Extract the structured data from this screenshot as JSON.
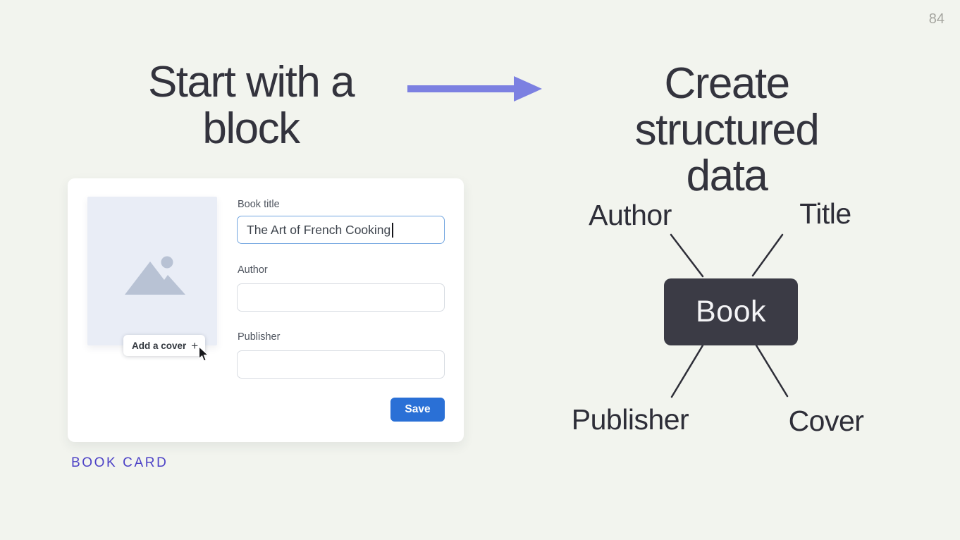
{
  "slide": {
    "page_number": "84"
  },
  "left_panel": {
    "heading": "Start with a\nblock",
    "caption": "BOOK CARD",
    "book_card": {
      "cover_button": {
        "label": "Add a cover",
        "plus_icon": "+"
      },
      "fields": [
        {
          "label": "Book title",
          "value": "The Art of French Cooking"
        },
        {
          "label": "Author",
          "value": ""
        },
        {
          "label": "Publisher",
          "value": ""
        }
      ],
      "save_button": "Save"
    }
  },
  "arrow": {
    "direction": "right",
    "color": "#7c80e1"
  },
  "right_panel": {
    "heading": "Create\nstructured data",
    "diagram": {
      "node_label": "Book",
      "attributes": [
        "Author",
        "Title",
        "Publisher",
        "Cover"
      ]
    }
  },
  "colors": {
    "background": "#f2f4ee",
    "heading_text": "#33333d",
    "arrow": "#7c80e1",
    "accent_purple": "#4c41c6",
    "save_blue": "#2a70d6",
    "focused_input_border": "#73a6e0",
    "input_border": "#d8dce2",
    "node_dark": "#3b3b45",
    "cover_placeholder": "#e9edf6",
    "placeholder_icon": "#b8c2d4",
    "connector_line": "#2e2e38"
  }
}
